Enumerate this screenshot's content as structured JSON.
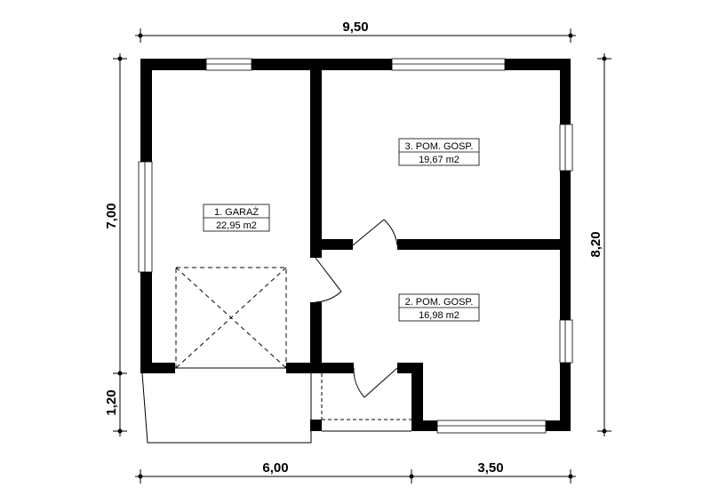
{
  "dimensions": {
    "top_width": "9,50",
    "left_upper": "7,00",
    "left_lower": "1,20",
    "right_height": "8,20",
    "bottom_left": "6,00",
    "bottom_right": "3,50"
  },
  "rooms": [
    {
      "name": "1. GARAŻ",
      "area": "22,95 m2"
    },
    {
      "name": "3. POM. GOSP.",
      "area": "19,67 m2"
    },
    {
      "name": "2. POM. GOSP.",
      "area": "16,98 m2"
    }
  ],
  "colors": {
    "wall": "#000000",
    "background": "#ffffff"
  }
}
